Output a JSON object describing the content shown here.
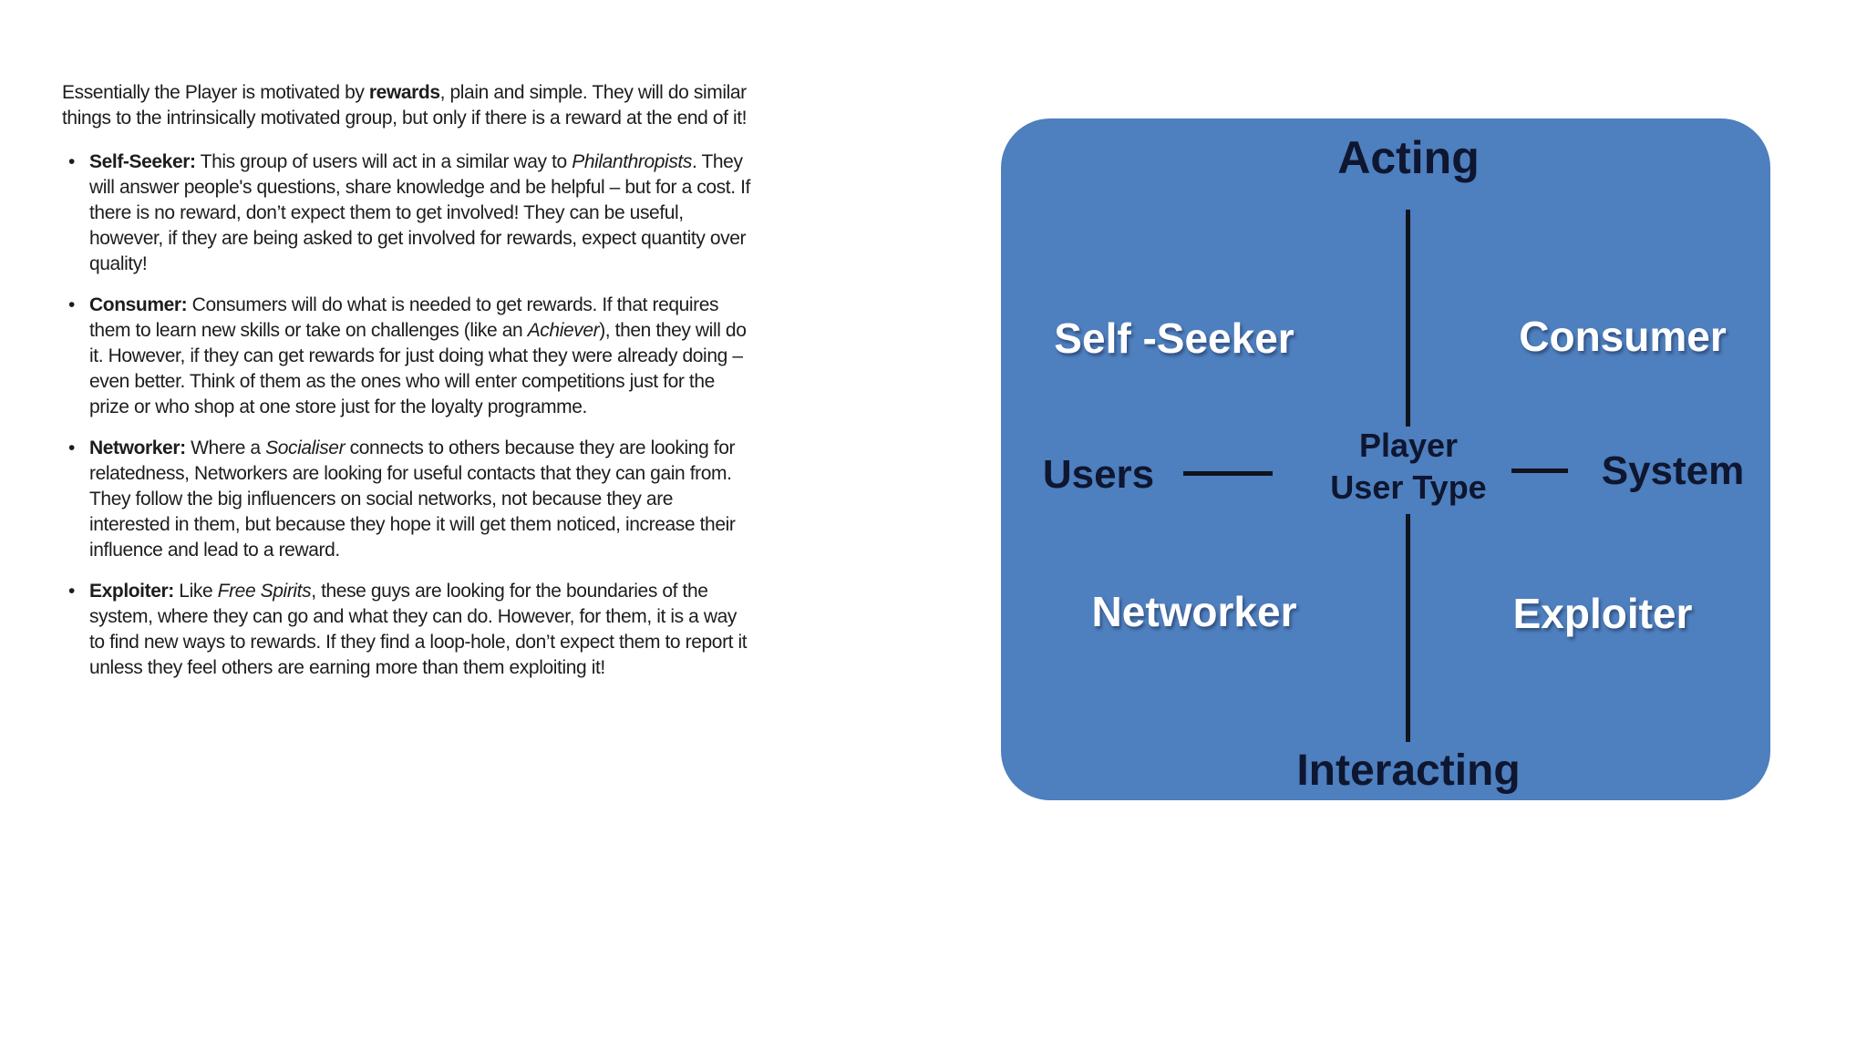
{
  "text": {
    "bullet_char": "•",
    "intro_runs": [
      {
        "t": "Essentially the Player is motivated by "
      },
      {
        "t": "rewards",
        "b": true
      },
      {
        "t": ", plain and simple. They will do similar things to the intrinsically motivated group, but only if there is a reward at the end of it!"
      }
    ],
    "bullets": [
      {
        "name": "Self-Seeker",
        "runs": [
          {
            "t": "Self-Seeker:",
            "b": true
          },
          {
            "t": " This group of users will act in a similar way to "
          },
          {
            "t": "Philanthropists",
            "i": true
          },
          {
            "t": ". They will answer people's questions, share knowledge and be helpful – but for a cost. If there is no reward, don’t expect them to get involved! They can be useful, however, if they are being asked to get involved for rewards, expect quantity over quality!"
          }
        ]
      },
      {
        "name": "Consumer",
        "runs": [
          {
            "t": "Consumer:",
            "b": true
          },
          {
            "t": " Consumers will do what is needed to get rewards. If that requires them to learn new skills or take on challenges (like an "
          },
          {
            "t": "Achiever",
            "i": true
          },
          {
            "t": "), then they will do it. However, if they can get rewards for just doing what they were already doing – even better. Think of them as the ones who will enter competitions just for the prize or who shop at one store just for the loyalty programme."
          }
        ]
      },
      {
        "name": "Networker",
        "runs": [
          {
            "t": "Networker:",
            "b": true
          },
          {
            "t": " Where a "
          },
          {
            "t": "Socialiser",
            "i": true
          },
          {
            "t": " connects to others because they are looking for relatedness, Networkers are looking for useful contacts that they can gain from. They follow the big influencers on social networks, not because they are interested in them, but because they hope it will get them noticed, increase their influence and lead to a reward."
          }
        ]
      },
      {
        "name": "Exploiter",
        "runs": [
          {
            "t": "Exploiter:",
            "b": true
          },
          {
            "t": " Like "
          },
          {
            "t": "Free Spirits",
            "i": true
          },
          {
            "t": ", these guys are looking for the boundaries of the system, where they can go and what they can do. However, for them, it is a way to find new ways to rewards. If they find a loop-hole, don’t expect them to report it unless they feel others are earning more than them exploiting it!"
          }
        ]
      }
    ]
  },
  "diagram": {
    "top_axis_label": "Acting",
    "bottom_axis_label": "Interacting",
    "left_axis_label": "Users",
    "right_axis_label": "System",
    "center_label_line1": "Player",
    "center_label_line2": "User Type",
    "quadrant_top_left": "Self -Seeker",
    "quadrant_top_right": "Consumer",
    "quadrant_bottom_left": "Networker",
    "quadrant_bottom_right": "Exploiter",
    "colors": {
      "box_bg": "#4e7fbe",
      "dark_text": "#0e1630",
      "line_color": "#11141f",
      "light_text": "#ffffff"
    }
  }
}
